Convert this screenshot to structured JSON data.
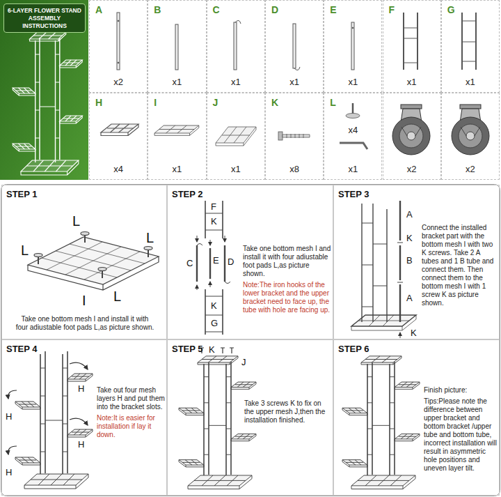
{
  "diagram": {
    "nodes": [
      {
        "text": [
          "6-LAYER FLOWER STAND ASSEMBLY INSTRUCTIONS"
        ]
      },
      {
        "text": [
          "A",
          "x2"
        ]
      },
      {
        "text": [
          "B",
          "x1"
        ]
      },
      {
        "text": [
          "C",
          "x1"
        ]
      },
      {
        "text": [
          "D",
          "x1"
        ]
      },
      {
        "text": [
          "E",
          "x1"
        ]
      },
      {
        "text": [
          "F",
          "x1"
        ]
      },
      {
        "text": [
          "G",
          "x1"
        ]
      },
      {
        "text": [
          "H",
          "x4"
        ]
      },
      {
        "text": [
          "I",
          "x1"
        ]
      },
      {
        "text": [
          "J",
          "x1"
        ]
      },
      {
        "text": [
          "K",
          "x8"
        ]
      },
      {
        "text": [
          "L",
          "x4",
          "x1"
        ]
      },
      {
        "text": [
          "x2"
        ]
      },
      {
        "text": [
          "x2"
        ]
      },
      {
        "text": [
          "STEP 1",
          "Take one bottom mesh I and install it with four adiustable foot pads L,as picture shown."
        ]
      },
      {
        "text": [
          "STEP 2",
          "Take one bottom mesh I and install it with four adiustable foot pads L,as picture shown.",
          "Note:The iron hooks of the lower bracket and the upper bracket need to face up, the tube with hole are facing up."
        ]
      },
      {
        "text": [
          "STEP 3",
          "Connect the installed bracket part with the bottom mesh I with two K screws. Take 2 A tubes and 1 B tube and connect them. Then connect them to the bottom mesh I with 1 screw K as picture shown."
        ]
      },
      {
        "text": [
          "STEP 4",
          "Take out four mesh layers H and put them into the bracket slots.",
          "Note:It is easier for installation if lay it down."
        ]
      },
      {
        "text": [
          "STEP 5",
          "Take 3 screws K to fix on the upper mesh J,then the installation finished."
        ]
      },
      {
        "text": [
          "STEP 6",
          "Finish picture:",
          "Tips:Please note the difference between upper bracket and bottom bracket /upper tube and bottom tube, incorrect installation will result in asymmetric hole positions and uneven layer tilt."
        ]
      }
    ],
    "labels": [
      "L",
      "L",
      "L",
      "L",
      "I",
      "F",
      "K",
      "C",
      "E",
      "D",
      "K",
      "G",
      "A",
      "K",
      "B",
      "A",
      "K",
      "H",
      "H",
      "H",
      "H",
      "K",
      "J"
    ]
  }
}
